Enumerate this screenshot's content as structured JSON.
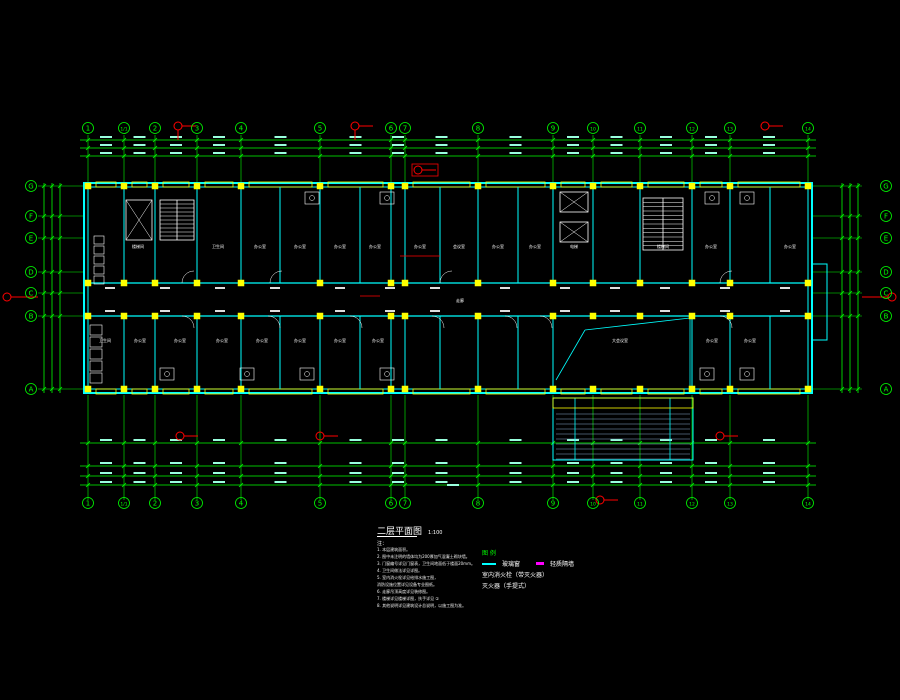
{
  "drawing": {
    "title": "二层平面图",
    "scale": "1:100",
    "colors": {
      "background": "#000000",
      "grid": "#00ff00",
      "walls": "#00ffff",
      "columns": "#ffff00",
      "annotation_red": "#ff0000",
      "text": "#ffffff",
      "furniture": "#ffffff",
      "magenta": "#ff00ff"
    },
    "grid_columns": [
      "1",
      "1/1",
      "2",
      "3",
      "4",
      "5",
      "6",
      "7",
      "8",
      "9",
      "10",
      "11",
      "12",
      "13",
      "14"
    ],
    "grid_rows": [
      "G",
      "F",
      "E",
      "D",
      "C",
      "B",
      "A"
    ],
    "rooms_north": [
      "楼梯间",
      "卫生间",
      "办公室",
      "办公室",
      "办公室",
      "办公室",
      "办公室",
      "会议室",
      "办公室",
      "办公室",
      "电梯",
      "楼梯间",
      "办公室",
      "办公室"
    ],
    "rooms_south": [
      "卫生间",
      "办公室",
      "办公室",
      "办公室",
      "办公室",
      "办公室",
      "办公室",
      "办公室",
      "大会议室",
      "办公室",
      "办公室"
    ],
    "corridor_label": "走廊"
  },
  "notes": {
    "label": "注：",
    "items": [
      "1. 本层建筑面积。",
      "2. 图中未注明的墙体均为200厚加气混凝土砌块墙。",
      "3. 门窗编号详见门窗表，卫生间地面低于楼面20mm。",
      "4. 卫生间做法详见详图。",
      "5. 室内消火栓详见给排水施工图，",
      "   消防设施位置详见设备专业图纸。",
      "6. 走廊吊顶高度详见装修图。",
      "7. 楼梯详见楼梯详图，扶手详见 ①",
      "8. 其他说明详见建筑设计总说明，以施工图为准。"
    ]
  },
  "legend": {
    "title": "图 例",
    "items": [
      {
        "label": "玻璃窗",
        "swatch": "cyan"
      },
      {
        "label": "轻质隔墙",
        "swatch": "magenta"
      },
      {
        "label": "室内消火栓（带灭火器）",
        "swatch": "symbol"
      },
      {
        "label": "灭火器（手提式）",
        "swatch": "symbol"
      }
    ]
  }
}
